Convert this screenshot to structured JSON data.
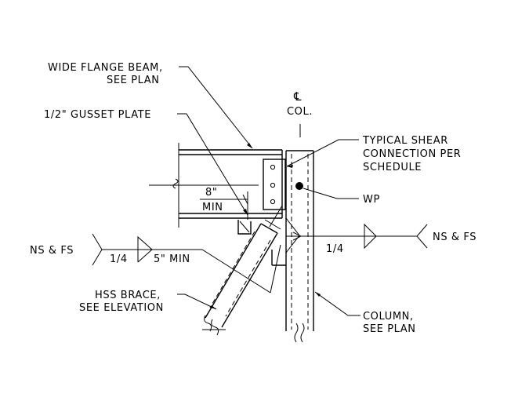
{
  "labels": {
    "beam_line1": "WIDE FLANGE BEAM,",
    "beam_line2": "SEE PLAN",
    "gusset": "1/2\" GUSSET PLATE",
    "cl_symbol": "℄",
    "col": "COL.",
    "shear_line1": "TYPICAL SHEAR",
    "shear_line2": "CONNECTION PER",
    "shear_line3": "SCHEDULE",
    "wp": "WP",
    "dim_value": "8\"",
    "dim_min": "MIN",
    "weld_left_ref": "NS & FS",
    "weld_left_size": "1/4",
    "weld_left_length": "5\" MIN",
    "weld_right_size": "1/4",
    "weld_right_ref": "NS & FS",
    "brace_line1": "HSS BRACE,",
    "brace_line2": "SEE ELEVATION",
    "column_line1": "COLUMN,",
    "column_line2": "SEE PLAN"
  }
}
